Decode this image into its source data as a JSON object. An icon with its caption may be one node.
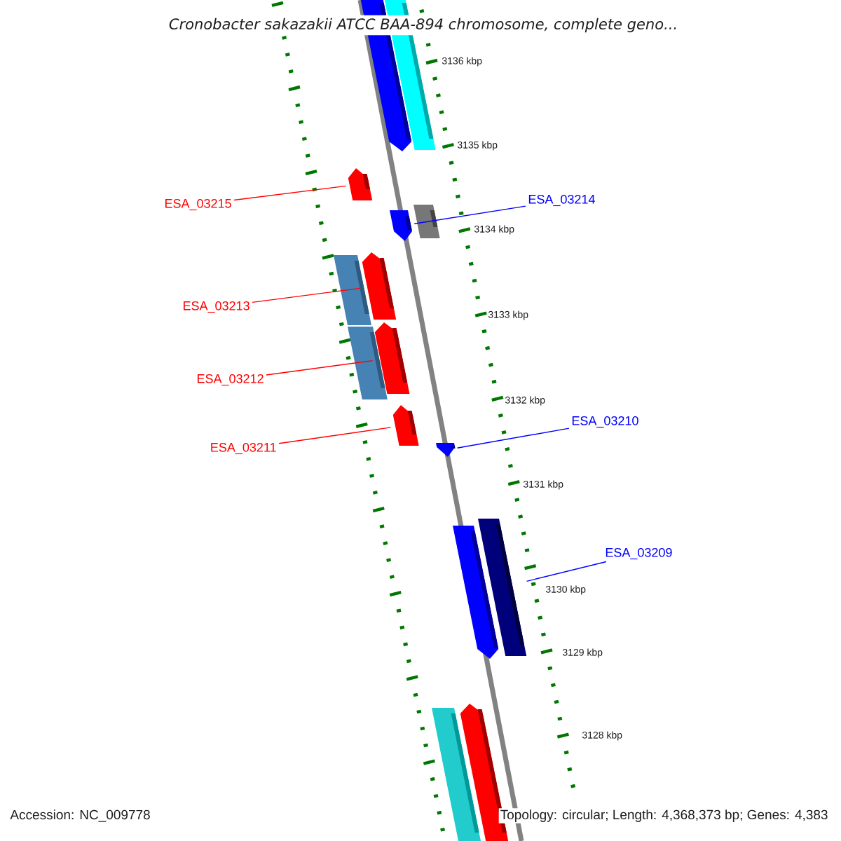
{
  "diagram": {
    "title": "Cronobacter sakazakii ATCC BAA-894 chromosome, complete geno...",
    "nodes": [
      {
        "text": [],
        "shape": "bar"
      },
      {
        "text": [],
        "shape": "bar"
      },
      {
        "text": [],
        "shape": "bar"
      },
      {
        "text": [],
        "shape": "bar"
      },
      {
        "text": [],
        "shape": "bar"
      },
      {
        "text": [],
        "shape": "bar"
      },
      {
        "text": [],
        "shape": "bar"
      },
      {
        "text": [],
        "shape": "bar"
      },
      {
        "text": [],
        "shape": "bar"
      },
      {
        "text": [],
        "shape": "bar"
      },
      {
        "text": [],
        "shape": "bar"
      },
      {
        "text": [],
        "shape": "bar"
      },
      {
        "text": [],
        "shape": "bar"
      },
      {
        "text": [],
        "shape": "bar"
      },
      {
        "text": [],
        "shape": "bar"
      },
      {
        "text": [
          "ESA_03215"
        ]
      },
      {
        "text": [
          "ESA_03214"
        ]
      },
      {
        "text": [
          "ESA_03213"
        ]
      },
      {
        "text": [
          "ESA_03212"
        ]
      },
      {
        "text": [
          "ESA_03211"
        ]
      },
      {
        "text": [
          "ESA_03210"
        ]
      },
      {
        "text": [
          "ESA_03209"
        ]
      }
    ],
    "edges": [
      {
        "from": 15,
        "to": 2,
        "arrow": "none"
      },
      {
        "from": 16,
        "to": 3,
        "arrow": "none",
        "color": "#0000ff"
      },
      {
        "from": 17,
        "to": 6,
        "arrow": "none"
      },
      {
        "from": 18,
        "to": 8,
        "arrow": "none"
      },
      {
        "from": 19,
        "to": 9,
        "arrow": "none"
      },
      {
        "from": 20,
        "to": 10,
        "arrow": "none",
        "color": "#0000ff"
      },
      {
        "from": 21,
        "to": 12,
        "arrow": "none",
        "color": "#0000ff"
      }
    ],
    "labels": [
      "3136 kbp",
      "3135 kbp",
      "3134 kbp",
      "3133 kbp",
      "3132 kbp",
      "3131 kbp",
      "3130 kbp",
      "3129 kbp",
      "3128 kbp",
      "Accession: NC_009778",
      "Topology: circular; Length: 4,368,373 bp; Genes: 4,383"
    ]
  }
}
